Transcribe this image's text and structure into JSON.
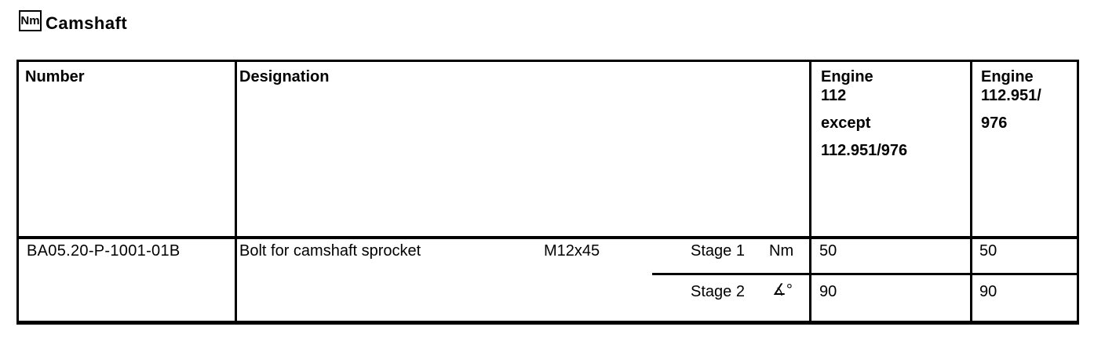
{
  "page": {
    "unit_badge": "Nm",
    "title": "Camshaft"
  },
  "table": {
    "headers": {
      "number": "Number",
      "designation": "Designation",
      "engine1": {
        "line1": "Engine",
        "line2": "112",
        "line3": "except",
        "line4": "112.951/976"
      },
      "engine2": {
        "line1": "Engine",
        "line2": "112.951/",
        "line3": "976"
      }
    },
    "row": {
      "number": "BA05.20-P-1001-01B",
      "designation": "Bolt for camshaft sprocket",
      "size": "M12x45",
      "stages": [
        {
          "label": "Stage 1",
          "unit": "Nm",
          "engine1": "50",
          "engine2": "50"
        },
        {
          "label": "Stage 2",
          "unit": "∡°",
          "engine1": "90",
          "engine2": "90"
        }
      ]
    }
  }
}
